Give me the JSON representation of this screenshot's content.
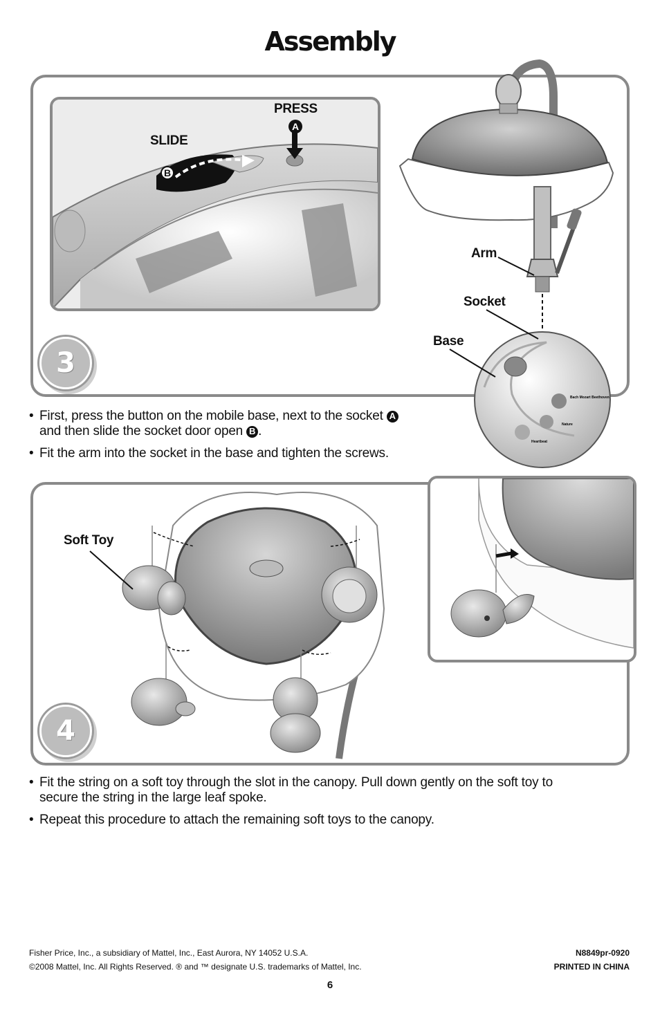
{
  "page": {
    "title": "Assembly",
    "page_number": "6"
  },
  "step3": {
    "number": "3",
    "labels": {
      "press": "PRESS",
      "slide": "SLIDE",
      "arm": "Arm",
      "socket": "Socket",
      "base": "Base",
      "button_a": "A",
      "button_b": "B"
    },
    "base_buttons": {
      "music": "Bach\nMozart\nBeethoven",
      "nature": "Nature",
      "heartbeat": "Heartbeat"
    },
    "bullets": {
      "b1_line1": "First, press the button on the mobile base, next to the socket",
      "b1_line2_pre": "and then slide the socket door open",
      "b1_line2_post": ".",
      "b1_badge_a": "A",
      "b1_badge_b": "B",
      "b2": "Fit the arm into the socket in the base and tighten the screws."
    }
  },
  "step4": {
    "number": "4",
    "labels": {
      "soft_toy": "Soft Toy"
    },
    "bullets": {
      "b1_line1": "Fit the string on a soft toy through the slot in the canopy. Pull down gently on the soft toy to",
      "b1_line2": "secure the string in the large leaf spoke.",
      "b2": "Repeat this procedure to attach the remaining soft toys to the canopy."
    }
  },
  "footer": {
    "left_line1": "Fisher Price, Inc., a subsidiary of Mattel, Inc., East Aurora, NY 14052 U.S.A.",
    "left_line2": "©2008 Mattel, Inc. All Rights Reserved. ® and ™ designate U.S. trademarks of Mattel, Inc.",
    "right_line1": "N8849pr-0920",
    "right_line2": "PRINTED IN CHINA"
  }
}
